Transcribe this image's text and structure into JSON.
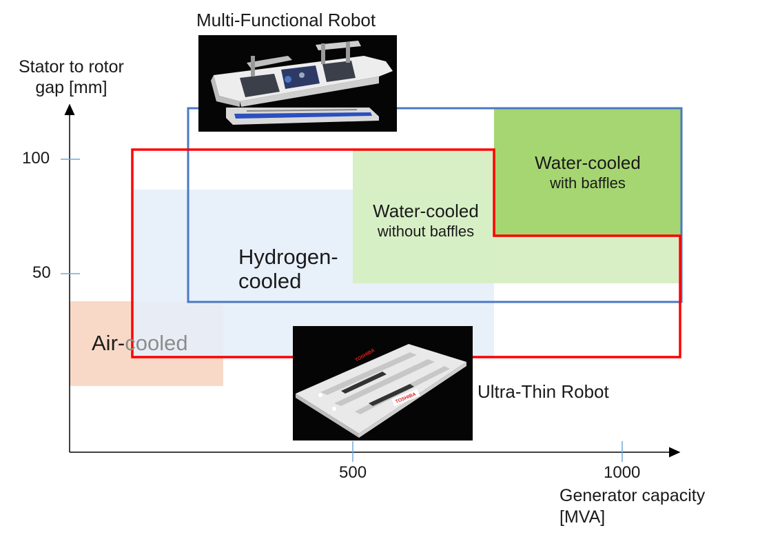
{
  "y_axis": {
    "title_line1": "Stator to rotor",
    "title_line2": "gap [mm]",
    "ticks": [
      "100",
      "50"
    ]
  },
  "x_axis": {
    "title_line1": "Generator capacity",
    "title_line2": "[MVA]",
    "ticks": [
      "500",
      "1000"
    ]
  },
  "regions": {
    "air": {
      "part1": "Air-",
      "part2": "cooled"
    },
    "hydrogen": {
      "line1": "Hydrogen-",
      "line2": "cooled"
    },
    "water_without": {
      "line1": "Water-cooled",
      "line2": "without baffles"
    },
    "water_with": {
      "line1": "Water-cooled",
      "line2": "with baffles"
    }
  },
  "robots": {
    "multi_functional": {
      "title": "Multi-Functional Robot",
      "icon": "robot-photo"
    },
    "ultra_thin": {
      "title": "Ultra-Thin Robot",
      "icon": "robot-photo",
      "logo_text": "TOSHIBA"
    }
  },
  "colors": {
    "air": "#f8d9c7",
    "hydrogen": "#e6eefa",
    "water_light": "#d6eec2",
    "water_dark": "#a6d672",
    "multi_outline": "#4a78c4",
    "thin_outline": "#ff0000",
    "axis": "#000000",
    "tick": "#6fa8d8"
  }
}
